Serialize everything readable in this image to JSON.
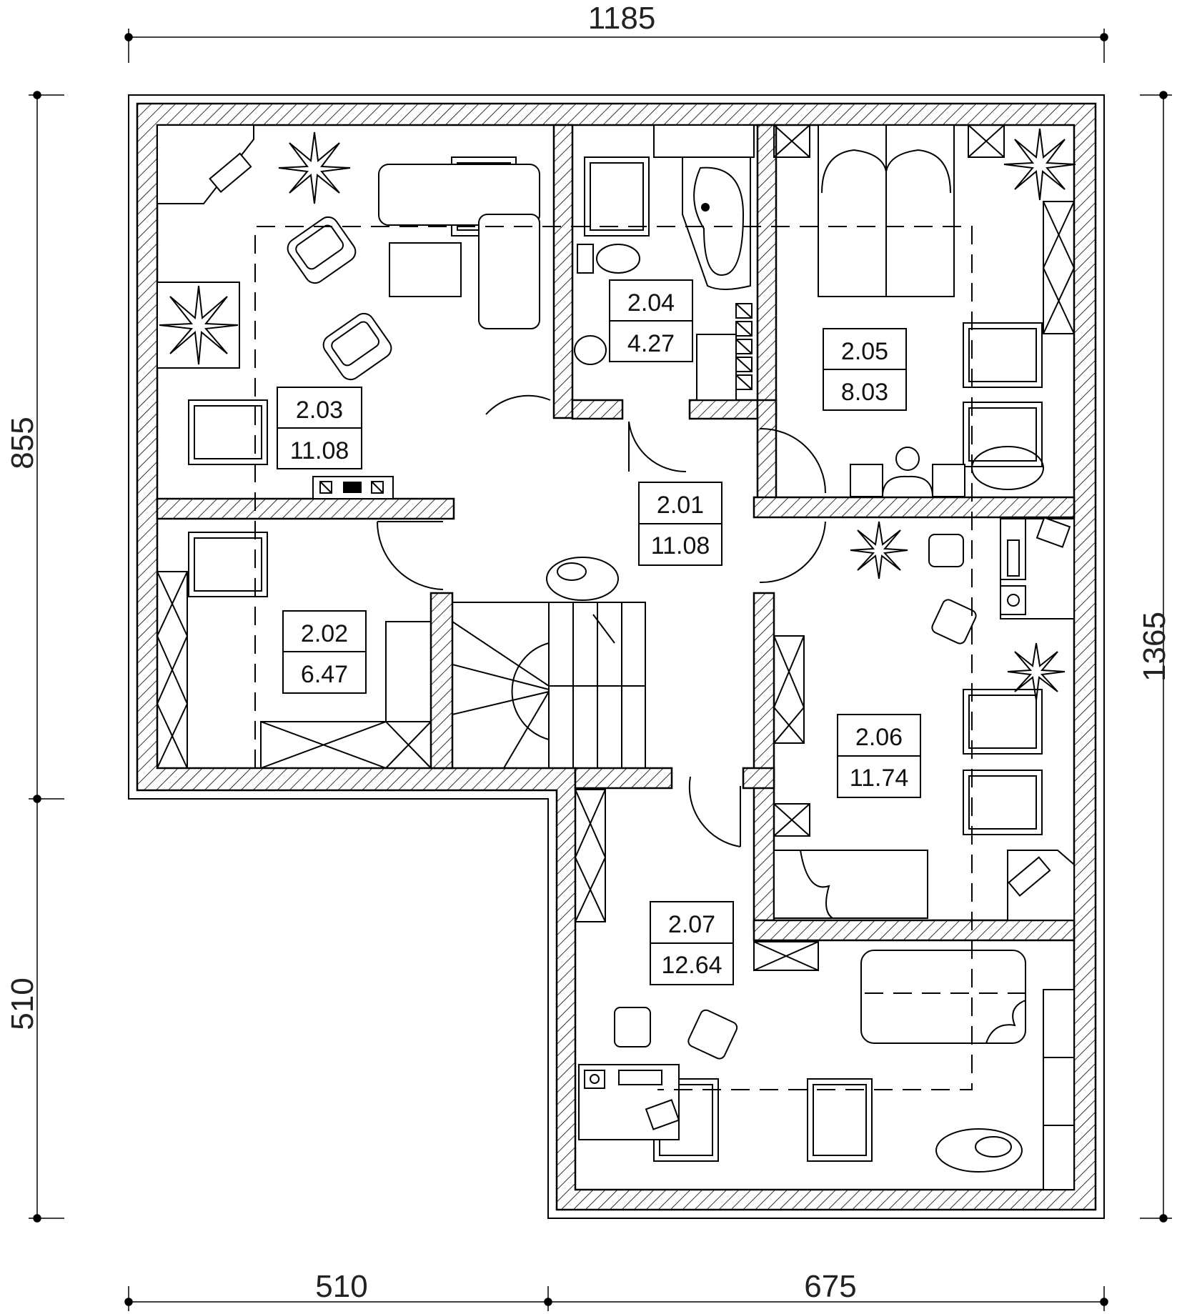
{
  "dimensions": {
    "top": "1185",
    "left_upper": "855",
    "left_lower": "510",
    "right": "1365",
    "bottom_left": "510",
    "bottom_right": "675"
  },
  "rooms": [
    {
      "id": "2.03",
      "area": "11.08"
    },
    {
      "id": "2.04",
      "area": "4.27"
    },
    {
      "id": "2.05",
      "area": "8.03"
    },
    {
      "id": "2.01",
      "area": "11.08"
    },
    {
      "id": "2.02",
      "area": "6.47"
    },
    {
      "id": "2.06",
      "area": "11.74"
    },
    {
      "id": "2.07",
      "area": "12.64"
    }
  ]
}
